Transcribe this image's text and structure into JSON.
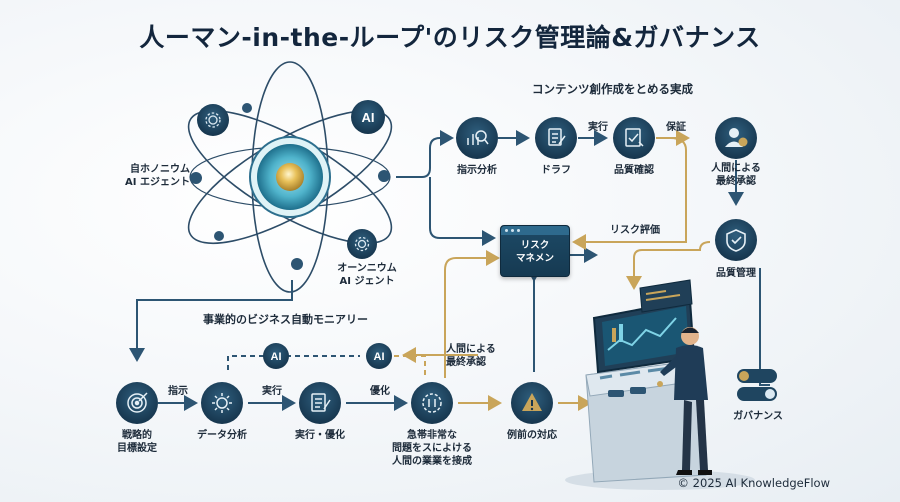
{
  "title": "人ーマン-in-the-ループ'のリスク管理論&ガバナンス",
  "subtitle": "コンテンツ創作成をとめる実成",
  "section_label": "事業的のビジネス自動モニアリー",
  "copyright": "© 2025 AI KnowledgeFlow",
  "atom": {
    "left_agent": "自ホノニウム\nAI エジェント",
    "bottom_agent": "オーンニウム\nAI ジェント",
    "ai_badge": "AI"
  },
  "top_flow": {
    "nodes": [
      "指示分析",
      "ドラフ",
      "品質確認",
      "人間による\n最終承認"
    ],
    "arrow_labels": [
      "実行",
      "保証"
    ]
  },
  "right_flow": {
    "quality": "品質管理",
    "risk_eval": "リスク評価",
    "governance": "ガバナンス"
  },
  "risk_box": "リスク\nマネメン",
  "bottom_flow": {
    "nodes": [
      "戦略的\n目標設定",
      "データ分析",
      "実行・優化",
      "急帯非常な\n問題をスによける\n人間の業業を接成",
      "例前の対応"
    ],
    "arrow_labels": [
      "指示",
      "実行",
      "優化"
    ],
    "ai_badges": [
      "AI",
      "AI"
    ],
    "human_approval": "人間による\n最終承認"
  }
}
